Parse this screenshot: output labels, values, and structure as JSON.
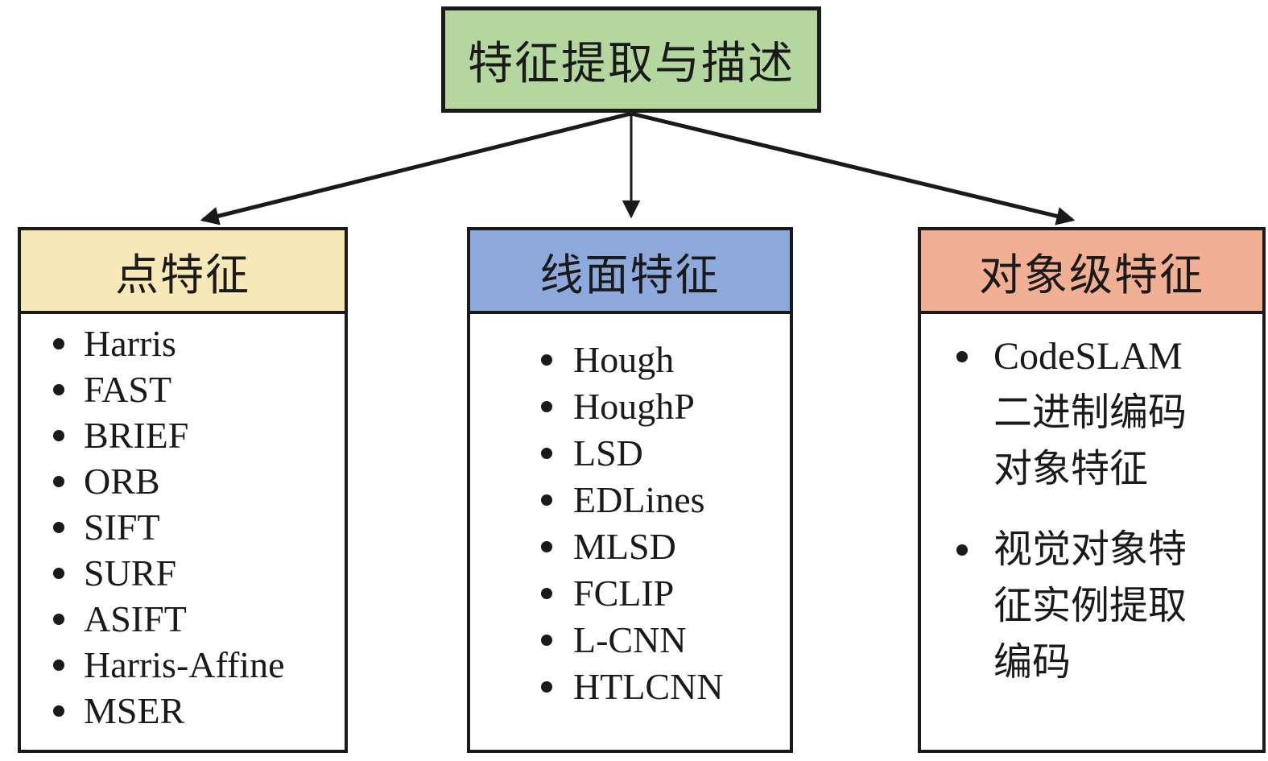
{
  "diagram": {
    "root": {
      "label": "特征提取与描述"
    },
    "columns": [
      {
        "id": "point-features",
        "header": "点特征",
        "items": [
          "Harris",
          "FAST",
          "BRIEF",
          "ORB",
          "SIFT",
          "SURF",
          "ASIFT",
          "Harris-Affine",
          "MSER"
        ]
      },
      {
        "id": "line-surface-features",
        "header": "线面特征",
        "items": [
          "Hough",
          "HoughP",
          "LSD",
          "EDLines",
          "MLSD",
          "FCLIP",
          "L-CNN",
          "HTLCNN"
        ]
      },
      {
        "id": "object-level-features",
        "header": "对象级特征",
        "items": [
          "CodeSLAM\n二进制编码\n对象特征",
          "视觉对象特\n征实例提取\n编码"
        ]
      }
    ],
    "colors": {
      "root_fill": "#b3d79f",
      "point_header_fill": "#f6e8b7",
      "line_header_fill": "#8ea9db",
      "object_header_fill": "#f1b093",
      "stroke": "#1a1a1a",
      "background": "#ffffff"
    }
  }
}
